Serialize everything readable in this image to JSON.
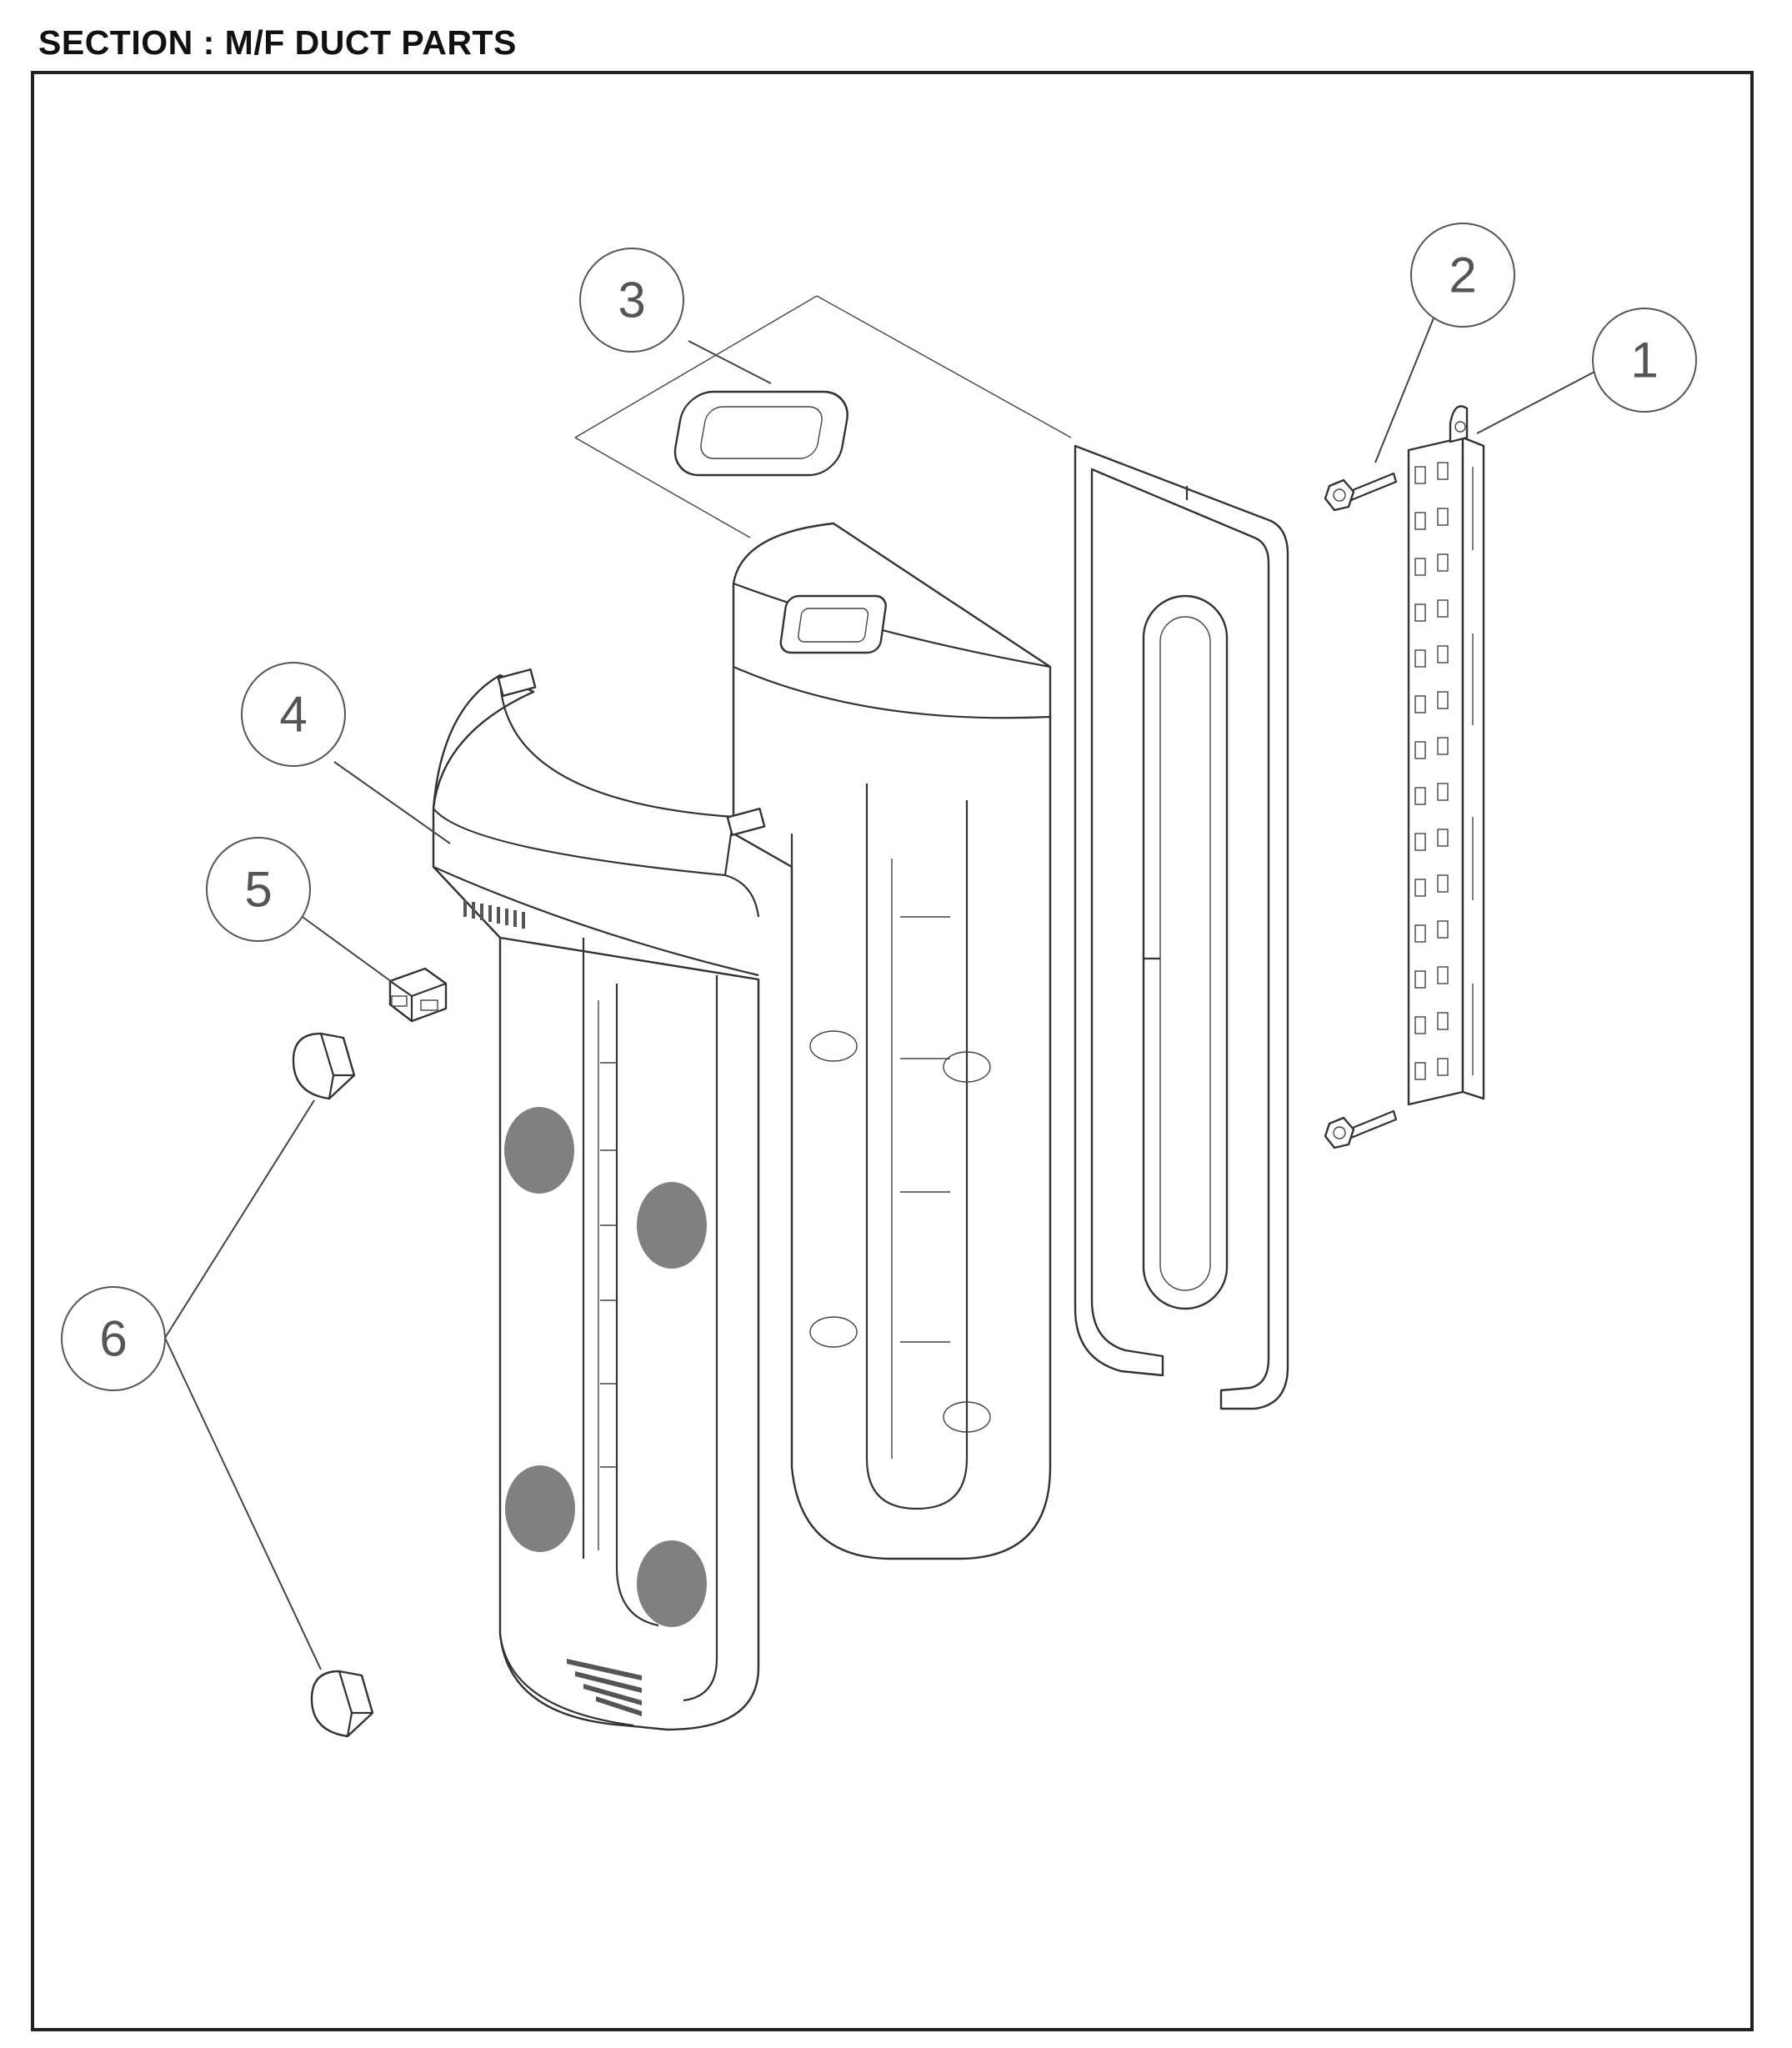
{
  "section_title": "SECTION : M/F DUCT PARTS",
  "callouts": [
    {
      "number": "1"
    },
    {
      "number": "2"
    },
    {
      "number": "3"
    },
    {
      "number": "4"
    },
    {
      "number": "5"
    },
    {
      "number": "6"
    }
  ]
}
